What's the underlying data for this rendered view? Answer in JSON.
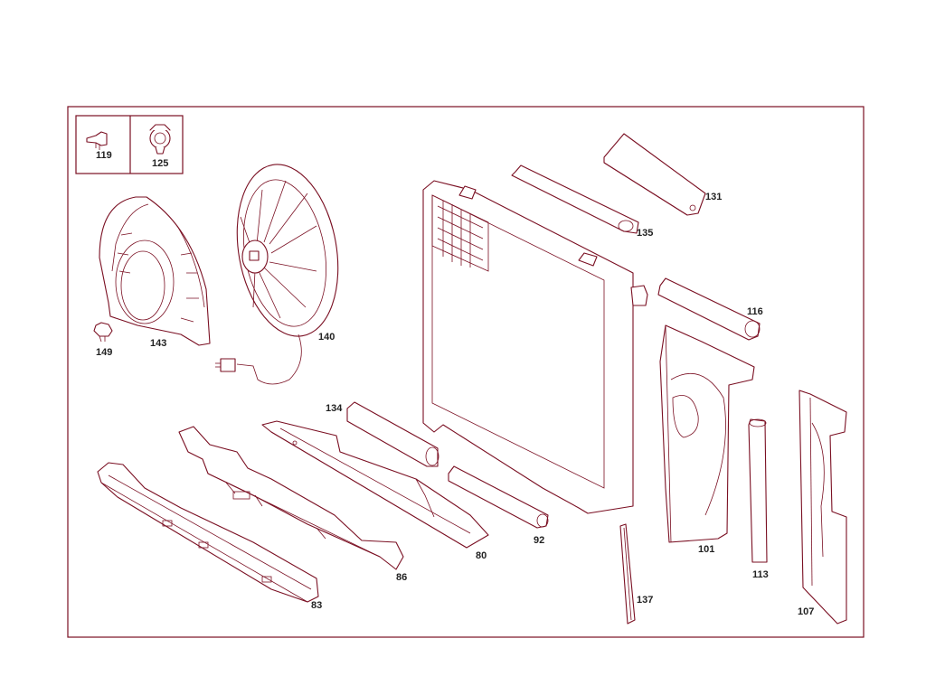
{
  "colors": {
    "line": "#7a0f22",
    "text": "#222222",
    "background": "#ffffff"
  },
  "inset_labels": {
    "clip": "119",
    "clamp": "125"
  },
  "labels": {
    "p149": "149",
    "p143": "143",
    "p140": "140",
    "p134": "134",
    "p135": "135",
    "p131": "131",
    "p116": "116",
    "p80": "80",
    "p92": "92",
    "p86": "86",
    "p83": "83",
    "p101": "101",
    "p113": "113",
    "p137": "137",
    "p107": "107"
  }
}
